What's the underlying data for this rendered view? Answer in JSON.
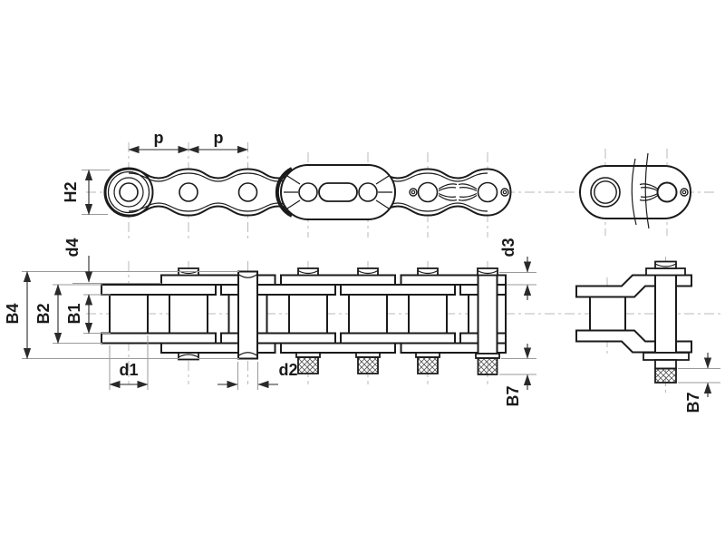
{
  "drawing": {
    "labels": {
      "pitch_1": "p",
      "pitch_2": "p",
      "plate_height": "H2",
      "pin_head_dia": "d4",
      "over_pins_width": "B4",
      "over_inner_plates_width": "B2",
      "inner_width": "B1",
      "roller_dia": "d1",
      "pin_dia": "d2",
      "sleeve_dia": "d3",
      "pin_extension_plan": "B7",
      "pin_extension_offset": "B7"
    },
    "colors": {
      "background": "#ffffff",
      "line": "#1b1b1b",
      "dimension": "#2a2a2a",
      "extension": "#9a9a9a",
      "centerline": "#b8b8b8"
    }
  }
}
